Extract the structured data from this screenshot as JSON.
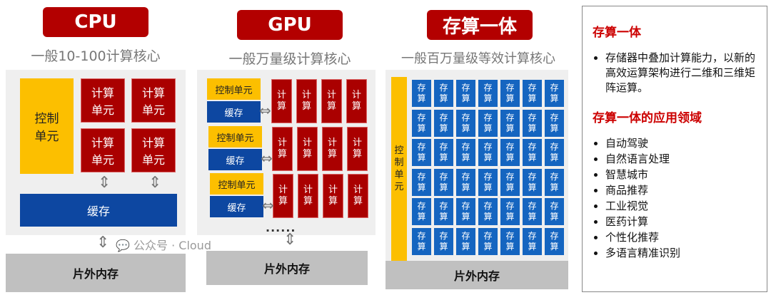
{
  "cpu": {
    "title": "CPU",
    "subtitle": "一般10-100计算核心",
    "control": "控制\n单元",
    "compute": [
      "计算\n单元",
      "计算\n单元",
      "计算\n单元",
      "计算\n单元"
    ],
    "cache": "缓存",
    "memory": "片外内存"
  },
  "gpu": {
    "title": "GPU",
    "subtitle": "一般万量级计算核心",
    "control": "控制单元",
    "cache": "缓存",
    "compute": "计\n算",
    "ellipsis": "......",
    "memory": "片外内存"
  },
  "pim": {
    "title": "存算一体",
    "subtitle": "一般百万量级等效计算核心",
    "control": "控\n制\n单\n元",
    "cell": "存\n算",
    "memory": "片外内存"
  },
  "info": {
    "heading1": "存算一体",
    "desc": "存储器中叠加计算能力，以新的高效运算架构进行二维和三维矩阵运算。",
    "heading2": "存算一体的应用领域",
    "apps": [
      "自动驾驶",
      "自然语言处理",
      "智慧城市",
      "商品推荐",
      "工业视觉",
      "医药计算",
      "个性化推荐",
      "多语言精准识别"
    ]
  },
  "watermark": "公众号 · Cloud",
  "colors": {
    "red": "#b30000",
    "yellow": "#fcbf00",
    "blue": "#0d47a1",
    "cellBlue": "#1565c0",
    "gray": "#c0c0c0"
  }
}
